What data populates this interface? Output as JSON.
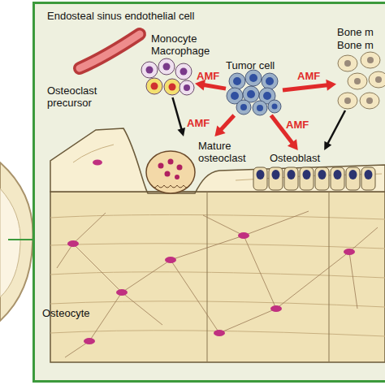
{
  "diagram": {
    "nodes": [
      {
        "text": [
          "Endosteal sinus endothelial cell"
        ]
      },
      {
        "text": [
          "Monocyte Macrophage",
          "Osteoclast precursor"
        ]
      },
      {
        "text": [
          "Tumor cell"
        ]
      },
      {
        "text": [
          "Bone m",
          "Bone m"
        ]
      },
      {
        "text": [
          "Mature osteoclast"
        ]
      },
      {
        "text": [
          "Osteoblast"
        ]
      }
    ],
    "edges": [
      {
        "from": 2,
        "to": 1,
        "arrow": "to",
        "label": "AMF"
      },
      {
        "from": 2,
        "to": 3,
        "arrow": "to",
        "label": "AMF"
      },
      {
        "from": 2,
        "to": 4,
        "arrow": "to",
        "label": "AMF"
      },
      {
        "from": 2,
        "to": 5,
        "arrow": "to",
        "label": "AMF"
      },
      {
        "from": 1,
        "to": 4,
        "arrow": "to"
      },
      {
        "from": 3,
        "to": 5,
        "arrow": "to"
      }
    ],
    "labels": [
      "Osteocyte"
    ]
  }
}
